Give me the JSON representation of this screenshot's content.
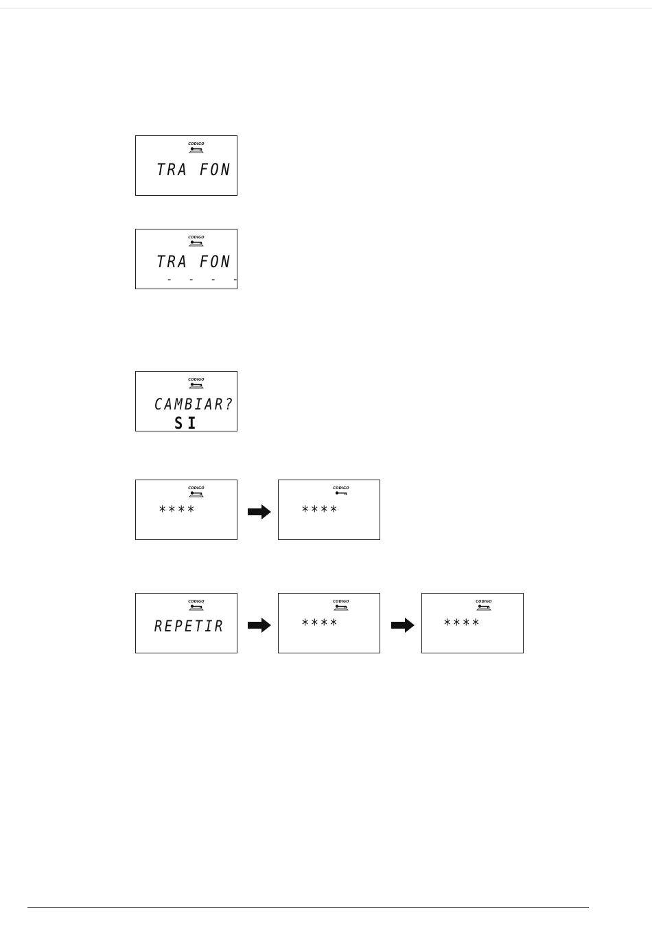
{
  "lcd_label": "CODIGO",
  "screens": {
    "s1": {
      "line1": "TRA FON"
    },
    "s2": {
      "line1": "TRA FON",
      "line2": "- - - -"
    },
    "s3": {
      "line1": "CAMBIAR?",
      "line2": "SI"
    },
    "s4a": {
      "line1": "****"
    },
    "s4b": {
      "line1": "****"
    },
    "s5a": {
      "line1": "REPETIR"
    },
    "s5b": {
      "line1": "****"
    },
    "s5c": {
      "line1": "****"
    }
  },
  "icons": {
    "key": "key-icon",
    "arrow": "right-arrow-icon"
  }
}
